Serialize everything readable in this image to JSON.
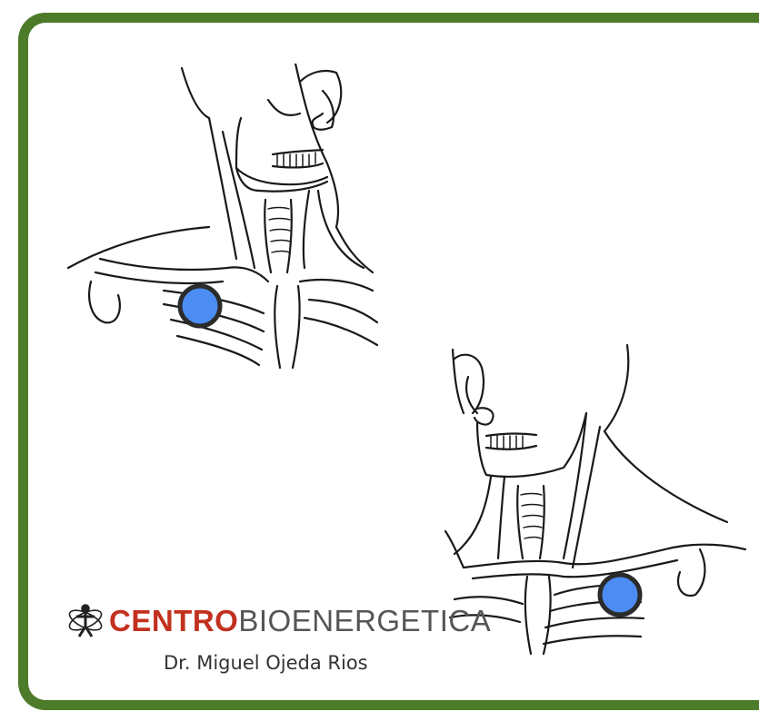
{
  "brand": {
    "name_bold": "CENTRO",
    "name_light": "BIOENERGETICA",
    "logo_icon": "human-figure-orbit-icon"
  },
  "doctor": "Dr. Miguel Ojeda Rios",
  "colors": {
    "frame": "#4c7b2a",
    "brand_red": "#c2311e",
    "marker_fill": "#4d8cf2",
    "marker_ring": "#2b2b2b"
  },
  "illustrations": [
    {
      "view": "anterior neck skeleton, head turned right",
      "marker": "left infraclavicular point"
    },
    {
      "view": "anterior neck skeleton, head turned left",
      "marker": "right infraclavicular point"
    }
  ]
}
